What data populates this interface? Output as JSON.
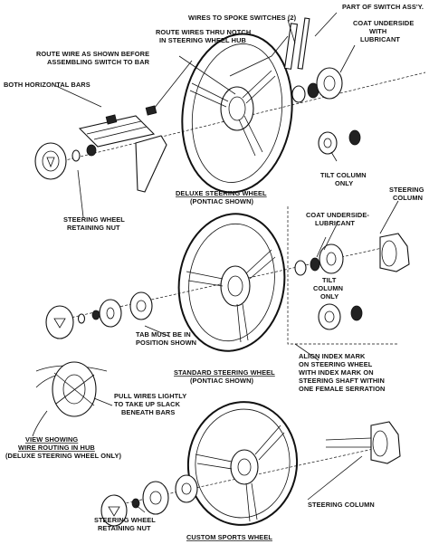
{
  "labels": {
    "part_of_switch": "PART OF SWITCH ASS'Y.",
    "wires_to_spoke": "WIRES TO SPOKE SWITCHES (2)",
    "coat_underside_1": "COAT UNDERSIDE",
    "coat_underside_2": "WITH",
    "coat_underside_3": "LUBRICANT",
    "route_wires_1": "ROUTE WIRES THRU NOTCH",
    "route_wires_2": "IN STEERING WHEEL HUB",
    "route_wire_shown_1": "ROUTE WIRE AS SHOWN BEFORE",
    "route_wire_shown_2": "ASSEMBLING SWITCH TO BAR",
    "both_bars": "BOTH HORIZONTAL BARS",
    "tilt_column_only_1": "TILT COLUMN",
    "tilt_column_only_2": "ONLY",
    "steering_column_1": "STEERING",
    "steering_column_2": "COLUMN",
    "deluxe_title": "DELUXE STEERING WHEEL",
    "deluxe_sub": "(PONTIAC SHOWN)",
    "retaining_nut_1": "STEERING WHEEL",
    "retaining_nut_2": "RETAINING NUT",
    "coat_underside_b1": "COAT UNDERSIDE-",
    "coat_underside_b2": "LUBRICANT",
    "tilt2_1": "TILT",
    "tilt2_2": "COLUMN",
    "tilt2_3": "ONLY",
    "tab_1": "TAB MUST BE IN",
    "tab_2": "POSITION SHOWN",
    "align_1": "ALIGN INDEX MARK",
    "align_2": "ON STEERING WHEEL",
    "align_3": "WITH INDEX MARK ON",
    "align_4": "STEERING SHAFT WITHIN",
    "align_5": "ONE FEMALE SERRATION",
    "standard_title": "STANDARD STEERING WHEEL",
    "standard_sub": "(PONTIAC SHOWN)",
    "pull_wires_1": "PULL WIRES LIGHTLY",
    "pull_wires_2": "TO TAKE UP SLACK",
    "pull_wires_3": "BENEATH BARS",
    "view_1": "VIEW SHOWING",
    "view_2": "WIRE ROUTING IN HUB",
    "view_3": "(DELUXE STEERING WHEEL ONLY)",
    "retaining_nut_b1": "STEERING WHEEL",
    "retaining_nut_b2": "RETAINING NUT",
    "steering_column_b": "STEERING COLUMN",
    "custom_title": "CUSTOM SPORTS WHEEL"
  }
}
